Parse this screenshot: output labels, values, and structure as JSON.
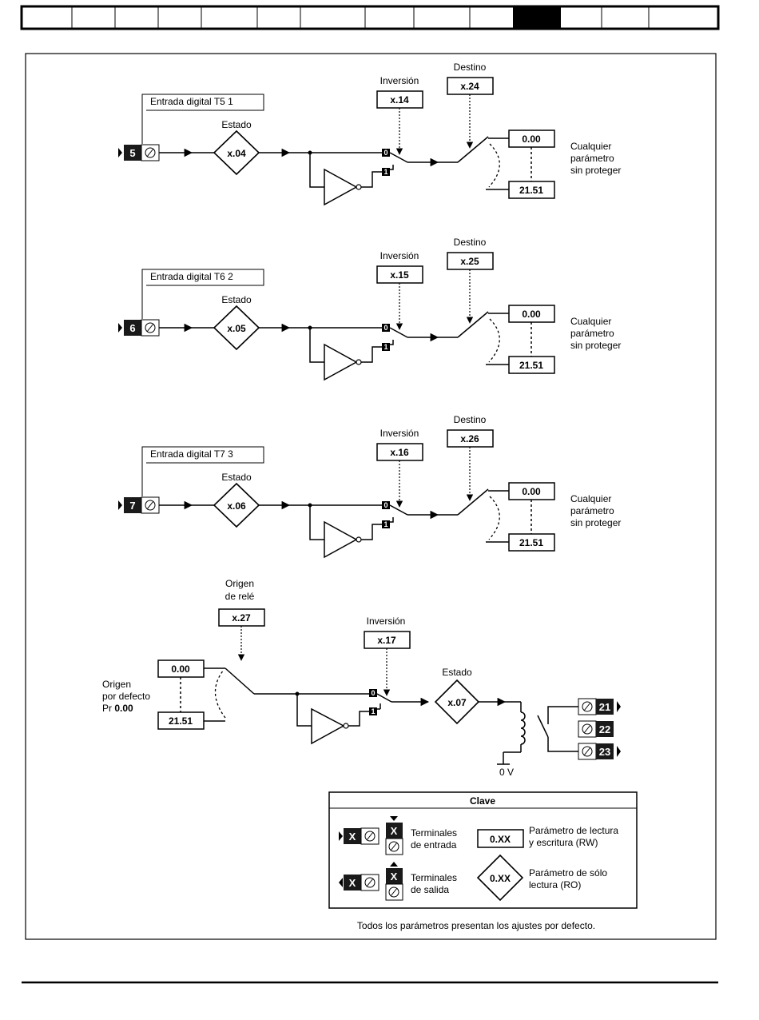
{
  "colors": {
    "ink": "#000000",
    "terminal_fill": "#1a1a1a",
    "terminal_light": "#e6e6e6",
    "page": "#ffffff"
  },
  "channels": [
    {
      "terminal": "5",
      "input_label": "Entrada digital  T5 1",
      "state_label": "Estado",
      "state_param": "x.04",
      "inversion_label": "Inversión",
      "inversion_param": "x.14",
      "dest_label": "Destino",
      "dest_param": "x.24",
      "range_low": "0.00",
      "range_high": "21.51",
      "any_param_lines": [
        "Cualquier",
        "parámetro",
        "sin proteger"
      ]
    },
    {
      "terminal": "6",
      "input_label": "Entrada digital  T6 2",
      "state_label": "Estado",
      "state_param": "x.05",
      "inversion_label": "Inversión",
      "inversion_param": "x.15",
      "dest_label": "Destino",
      "dest_param": "x.25",
      "range_low": "0.00",
      "range_high": "21.51",
      "any_param_lines": [
        "Cualquier",
        "parámetro",
        "sin proteger"
      ]
    },
    {
      "terminal": "7",
      "input_label": "Entrada digital  T7 3",
      "state_label": "Estado",
      "state_param": "x.06",
      "inversion_label": "Inversión",
      "inversion_param": "x.16",
      "dest_label": "Destino",
      "dest_param": "x.26",
      "range_low": "0.00",
      "range_high": "21.51",
      "any_param_lines": [
        "Cualquier",
        "parámetro",
        "sin proteger"
      ]
    }
  ],
  "switch_marks": {
    "zero": "0",
    "one": "1"
  },
  "relay": {
    "source_label_lines": [
      "Origen",
      "de relé"
    ],
    "source_param": "x.27",
    "default_lines": [
      "Origen",
      "por defecto",
      "Pr "
    ],
    "default_value": "0.00",
    "range_low": "0.00",
    "range_high": "21.51",
    "inversion_label": "Inversión",
    "inversion_param": "x.17",
    "state_label": "Estado",
    "state_param": "x.07",
    "ground_label": "0 V",
    "terminals": [
      "21",
      "22",
      "23"
    ]
  },
  "key": {
    "title": "Clave",
    "terminal_letter": "X",
    "input_terminals_lines": [
      "Terminales",
      "de entrada"
    ],
    "output_terminals_lines": [
      "Terminales",
      "de salida"
    ],
    "rw_param": "0.XX",
    "rw_lines": [
      "Parámetro de lectura",
      "y escritura (RW)"
    ],
    "ro_param": "0.XX",
    "ro_lines": [
      "Parámetro de sólo",
      "lectura (RO)"
    ]
  },
  "footer_note": "Todos los parámetros presentan los ajustes por defecto."
}
